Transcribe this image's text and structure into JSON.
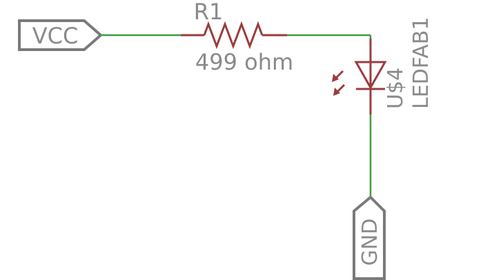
{
  "ports": {
    "vcc": "VCC",
    "gnd": "GND"
  },
  "resistor": {
    "name": "R1",
    "value": "499 ohm"
  },
  "led": {
    "name": "LEDFAB1",
    "value": "U$4"
  },
  "colors": {
    "wire": "#3e9b3e",
    "part": "#9b3c3c",
    "label": "#8a8a8a"
  }
}
